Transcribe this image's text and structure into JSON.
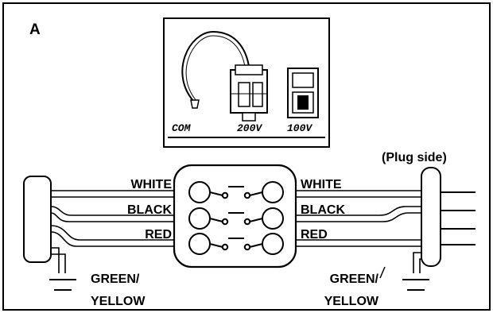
{
  "figure": {
    "panel_label": "A",
    "plug_side_label": "(Plug side)",
    "inset": {
      "terminals": [
        "COM",
        "200V",
        "100V"
      ]
    },
    "left_wires": [
      {
        "label": "WHITE"
      },
      {
        "label": "BLACK"
      },
      {
        "label": "RED"
      }
    ],
    "right_wires": [
      {
        "label": "WHITE"
      },
      {
        "label": "BLACK"
      },
      {
        "label": "RED"
      }
    ],
    "ground_left": {
      "line1": "GREEN/",
      "line2": "YELLOW"
    },
    "ground_right": {
      "line1": "GREEN/",
      "line2": "YELLOW"
    },
    "colors": {
      "ink": "#000000",
      "paper": "#ffffff"
    }
  }
}
